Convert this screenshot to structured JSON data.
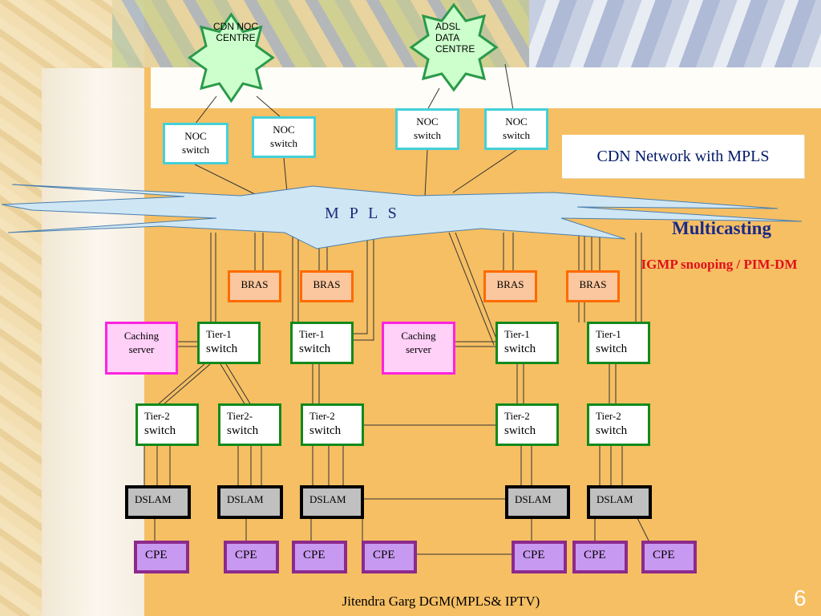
{
  "centres": {
    "cdn_noc": "CDN NOC\nCENTRE",
    "adsl": "ADSL\nDATA\nCENTRE"
  },
  "noc_switches": [
    {
      "label": "NOC\nswitch"
    },
    {
      "label": "NOC\nswitch"
    },
    {
      "label": "NOC\nswitch"
    },
    {
      "label": "NOC\nswitch"
    }
  ],
  "title": "CDN Network with MPLS",
  "mpls_label": "M P L S",
  "multicasting": "Multicasting",
  "igmp": "IGMP snooping / PIM-DM",
  "bras": [
    "BRAS",
    "BRAS",
    "BRAS",
    "BRAS"
  ],
  "caching_servers": [
    "Caching\nserver",
    "Caching\nserver"
  ],
  "tier1": [
    {
      "l1": "Tier-1",
      "l2": "switch"
    },
    {
      "l1": "Tier-1",
      "l2": "switch"
    },
    {
      "l1": "Tier-1",
      "l2": "switch"
    },
    {
      "l1": "Tier-1",
      "l2": "switch"
    }
  ],
  "tier2": [
    {
      "l1": "Tier-2",
      "l2": "switch"
    },
    {
      "l1": "Tier2-",
      "l2": "switch"
    },
    {
      "l1": "Tier-2",
      "l2": "switch"
    },
    {
      "l1": "Tier-2",
      "l2": "switch"
    },
    {
      "l1": "Tier-2",
      "l2": "switch"
    }
  ],
  "dslam": [
    "DSLAM",
    "DSLAM",
    "DSLAM",
    "DSLAM",
    "DSLAM"
  ],
  "cpe": [
    "CPE",
    "CPE",
    "CPE",
    "CPE",
    "CPE",
    "CPE",
    "CPE"
  ],
  "footer": "Jitendra Garg DGM(MPLS& IPTV)",
  "slide_number": "6",
  "colors": {
    "background": "#f6bf63",
    "noc_border": "#44d0d8",
    "bras_border": "#ff6a00",
    "tier_border": "#118a1c",
    "cache_border": "#ff22e0",
    "cpe_border": "#8c2a8c",
    "star_fill": "#ccffcc",
    "star_border": "#2a9a4a",
    "cloud_fill": "#cfe6f4"
  }
}
